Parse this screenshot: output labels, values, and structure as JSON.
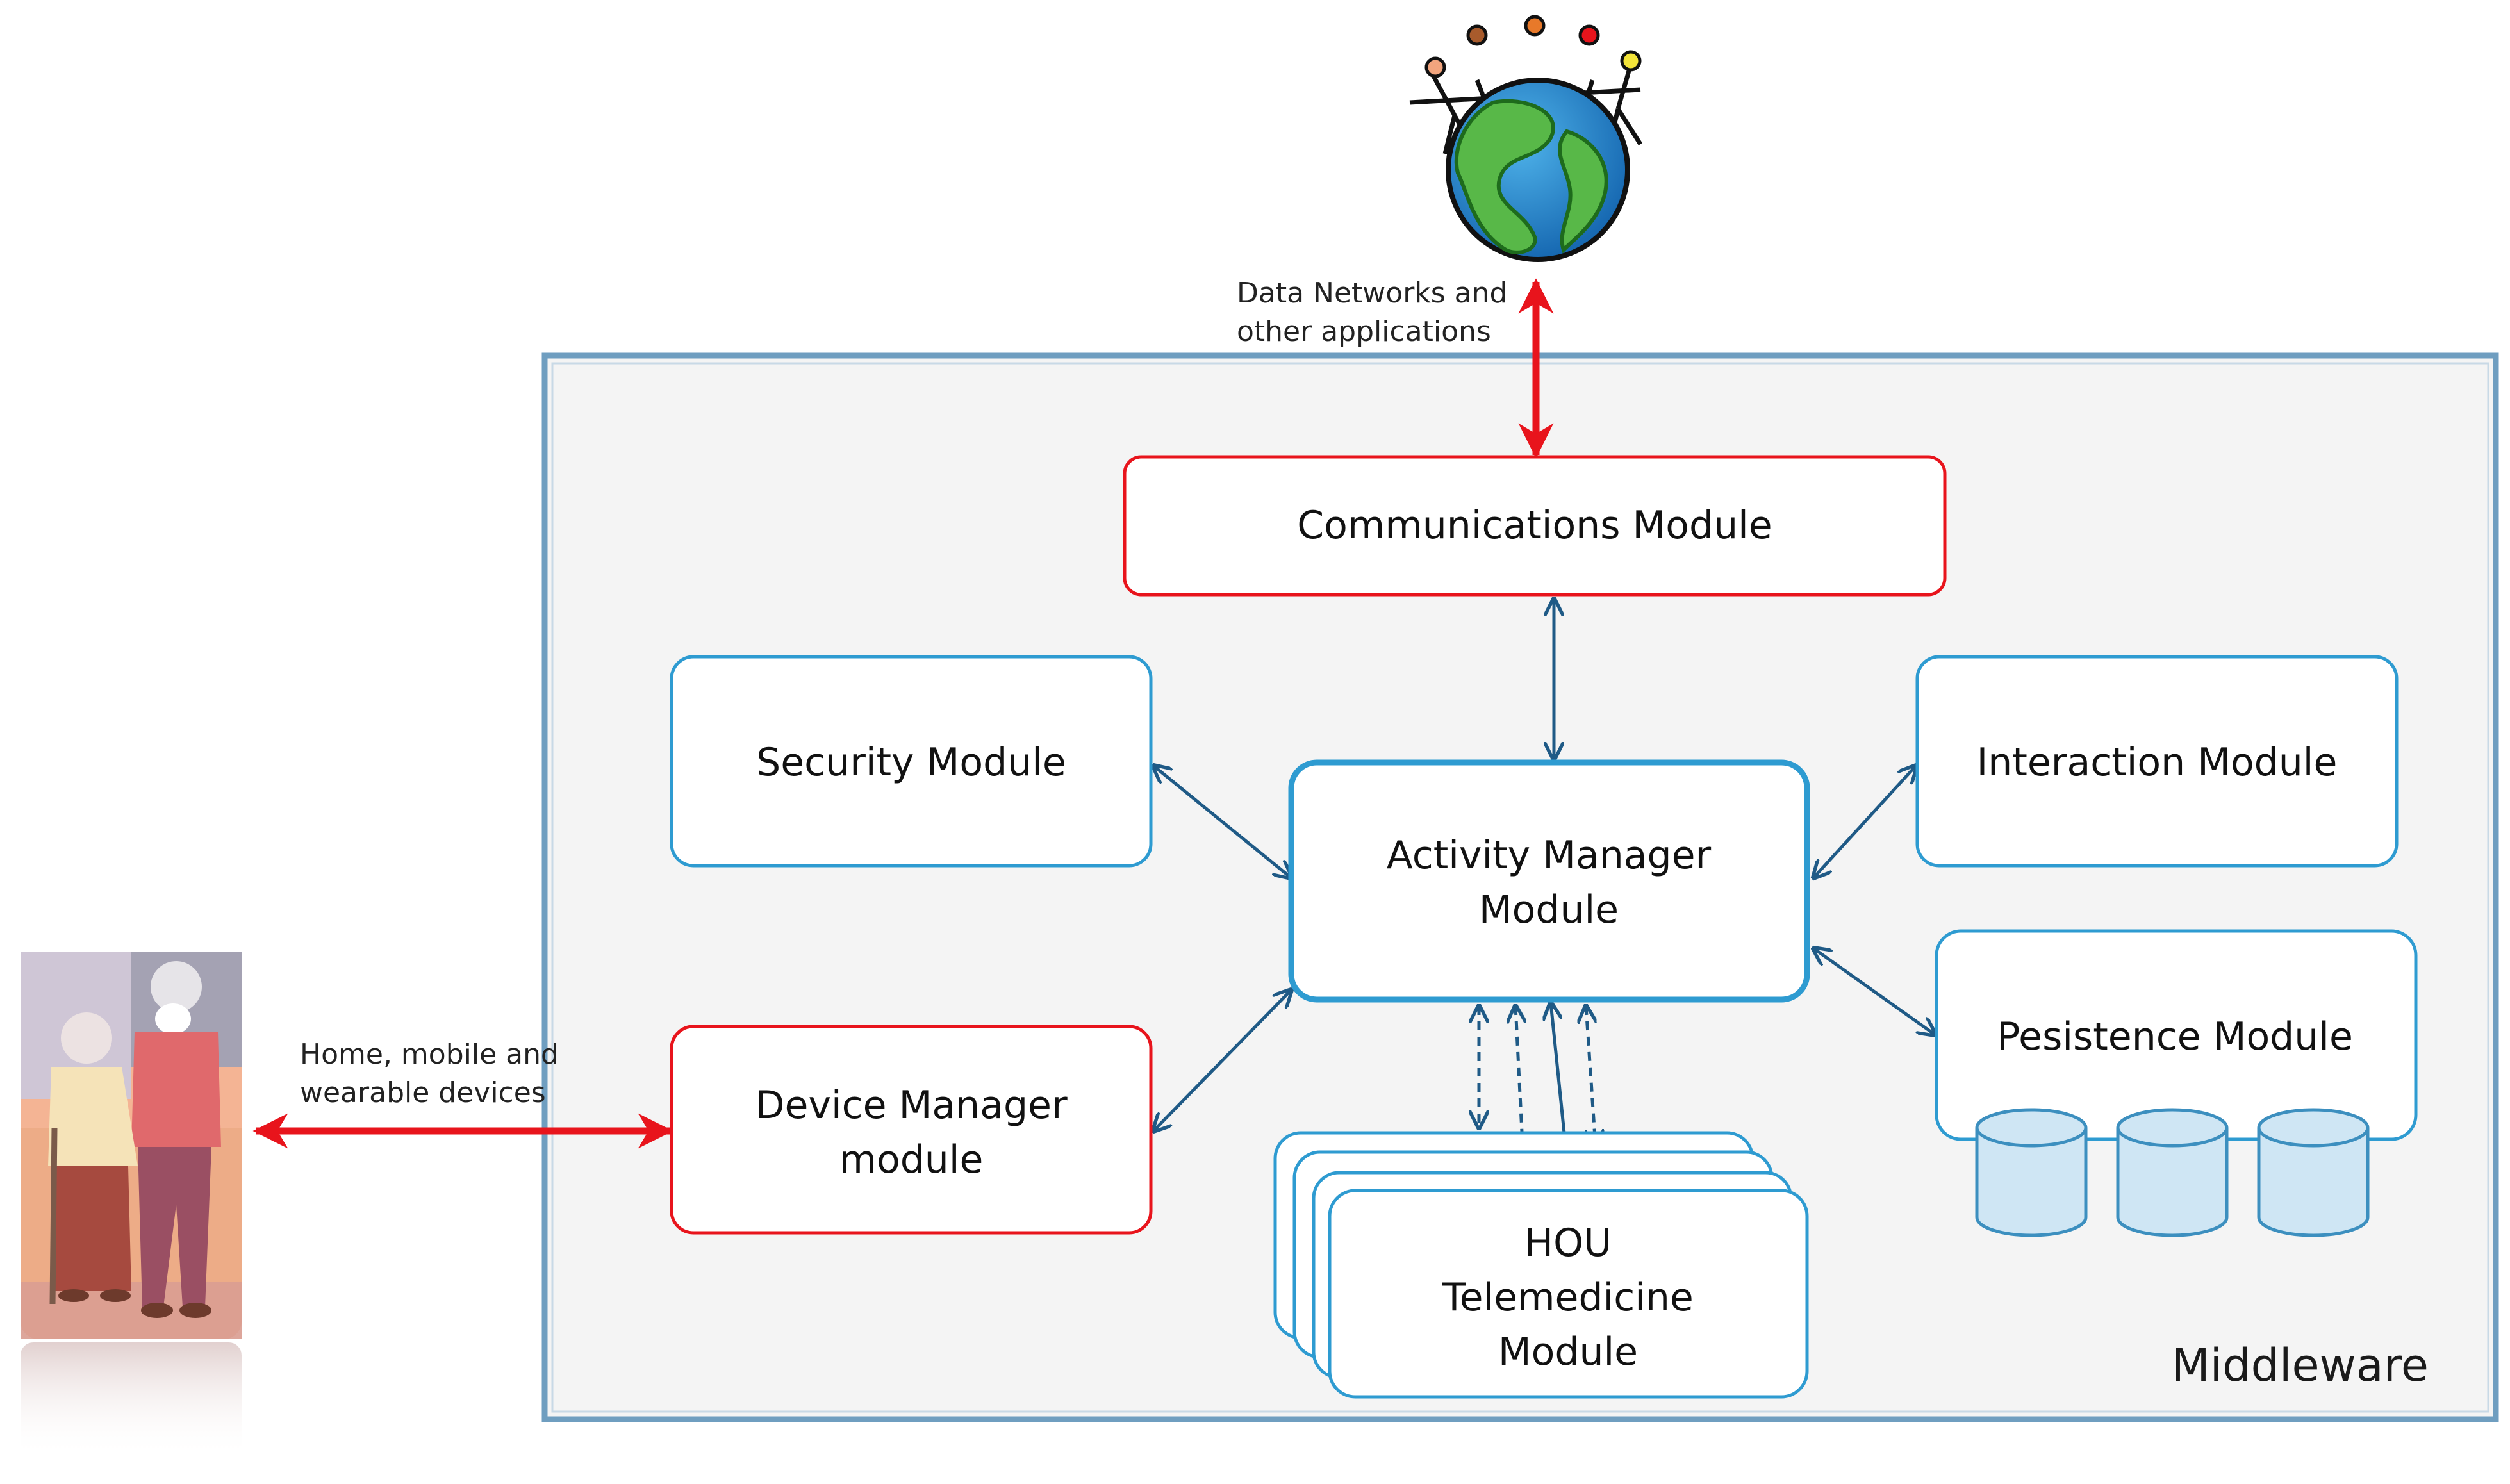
{
  "top_label": [
    "Data Networks and",
    "other applications"
  ],
  "left_label": [
    "Home, mobile and",
    "wearable devices"
  ],
  "middleware_label": "Middleware",
  "modules": {
    "communications": "Communications Module",
    "security": "Security Module",
    "interaction": "Interaction Module",
    "activity_manager": [
      "Activity Manager",
      "Module"
    ],
    "device_manager": [
      "Device Manager",
      "module"
    ],
    "persistence": "Pesistence Module",
    "telemedicine": [
      "HOU",
      "Telemedicine",
      "Module"
    ]
  },
  "colors": {
    "red_accent": "#e8141c",
    "blue_border": "#2e9bd1",
    "arrow_dark": "#1f5a86",
    "panel_fill": "#f4f4f4",
    "db_fill": "#cfe6f4"
  },
  "icons": [
    "globe-with-people-icon",
    "elderly-couple-icon",
    "database-icon"
  ]
}
